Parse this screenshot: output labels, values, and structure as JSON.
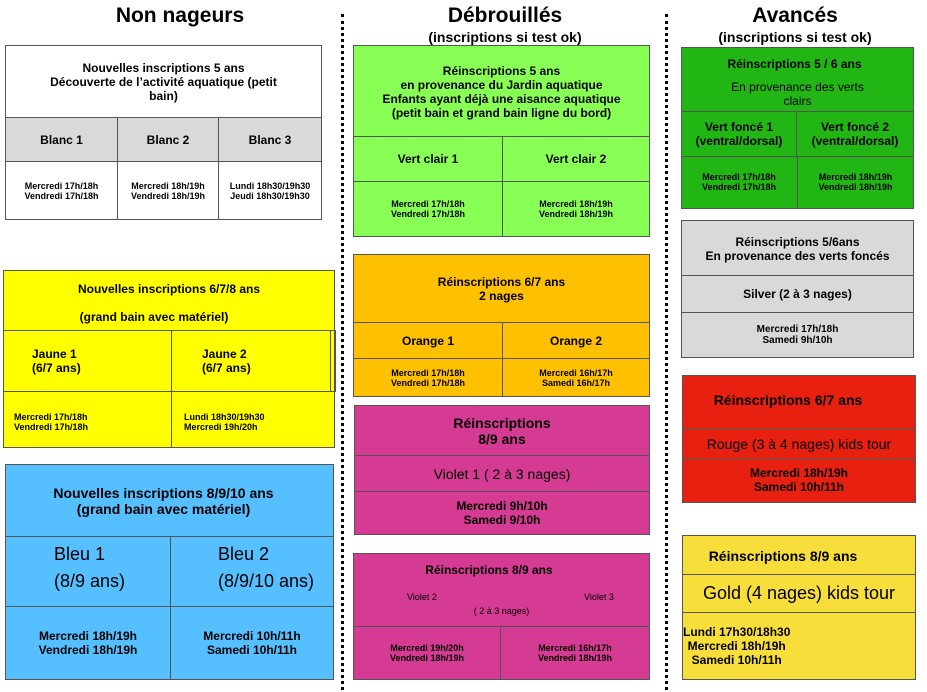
{
  "columns": {
    "non_nageurs": "Non nageurs",
    "debrouilles": "Débrouillés",
    "debrouilles_sub": "(inscriptions si test ok)",
    "avances": "Avancés",
    "avances_sub": "(inscriptions si test ok)"
  },
  "colors": {
    "white": "#ffffff",
    "grey": "#d9d9d9",
    "yellow": "#ffff00",
    "blue": "#55bfff",
    "light_green": "#88ff55",
    "orange": "#ffc000",
    "magenta": "#d63b93",
    "dark_green": "#22b614",
    "red": "#e8200f",
    "gold": "#f7de3a"
  },
  "b5ans": {
    "title": "Nouvelles inscriptions 5 ans\nDécouverte de l’activité aquatique (petit\nbain)",
    "groups": [
      "Blanc 1",
      "Blanc 2",
      "Blanc 3"
    ],
    "schedules": [
      "Mercredi 17h/18h\nVendredi 17h/18h",
      "Mercredi 18h/19h\nVendredi 18h/19h",
      "Lundi 18h30/19h30\nJeudi 18h30/19h30"
    ]
  },
  "b678": {
    "title": "Nouvelles inscriptions 6/7/8 ans",
    "subtitle": "(grand bain avec matériel)",
    "groups": [
      "Jaune  1\n(6/7 ans)",
      "Jaune  2\n(6/7 ans)"
    ],
    "schedules": [
      "Mercredi 17h/18h\nVendredi 17h/18h",
      "Lundi  18h30/19h30\nMercredi  19h/20h"
    ]
  },
  "b8910": {
    "title": "Nouvelles inscriptions 8/9/10 ans\n(grand bain avec matériel)",
    "groups": [
      "Bleu 1\n(8/9 ans)",
      "Bleu 2\n(8/9/10 ans)"
    ],
    "schedules": [
      "Mercredi 18h/19h\nVendredi 18h/19h",
      "Mercredi 10h/11h\nSamedi 10h/11h"
    ]
  },
  "vclair": {
    "title": "Réinscriptions 5 ans\nen provenance du Jardin aquatique\nEnfants ayant déjà une aisance aquatique\n(petit bain et grand bain ligne du bord)",
    "groups": [
      "Vert clair 1",
      "Vert clair  2"
    ],
    "schedules": [
      "Mercredi 17h/18h\nVendredi 17h/18h",
      "Mercredi 18h/19h\nVendredi 18h/19h"
    ]
  },
  "orange": {
    "title": "Réinscriptions 6/7 ans\n2 nages",
    "groups": [
      "Orange 1",
      "Orange  2"
    ],
    "schedules": [
      "Mercredi 17h/18h\nVendredi 17h/18h",
      "Mercredi 16h/17h\nSamedi 16h/17h"
    ]
  },
  "violet1": {
    "title": "Réinscriptions\n8/9 ans",
    "group": "Violet 1 ( 2 à 3 nages)",
    "schedule": "Mercredi 9h/10h\nSamedi 9/10h"
  },
  "violet23": {
    "title": "Réinscriptions 8/9 ans",
    "group_left": "Violet 2",
    "group_right": "Violet 3",
    "group_note": "( 2 à 3 nages)",
    "schedules": [
      "Mercredi 19h/20h\nVendredi 18h/19h",
      "Mercredi 16h/17h\nVendredi 18h/19h"
    ]
  },
  "vfonce": {
    "title": "Réinscriptions 5 / 6 ans",
    "subtitle": "En provenance des verts\nclairs",
    "groups": [
      "Vert foncé 1\n(ventral/dorsal)",
      "Vert foncé  2\n(ventral/dorsal)"
    ],
    "schedules": [
      "Mercredi 17h/18h\nVendredi 17h/18h",
      "Mercredi 18h/19h\nVendredi 18h/19h"
    ]
  },
  "silver": {
    "title": "Réinscriptions 5/6ans\nEn provenance des verts foncés",
    "group": "Silver (2 à 3 nages)",
    "schedule": "Mercredi 17h/18h\nSamedi 9h/10h"
  },
  "rouge": {
    "title": "Réinscriptions 6/7 ans",
    "group": "Rouge (3 à 4 nages) kids tour",
    "schedule": "Mercredi 18h/19h\nSamedi 10h/11h"
  },
  "gold": {
    "title": "Réinscriptions 8/9 ans",
    "group": "Gold (4 nages) kids tour",
    "schedule": "Lundi 17h30/18h30\nMercredi 18h/19h\nSamedi 10h/11h"
  }
}
